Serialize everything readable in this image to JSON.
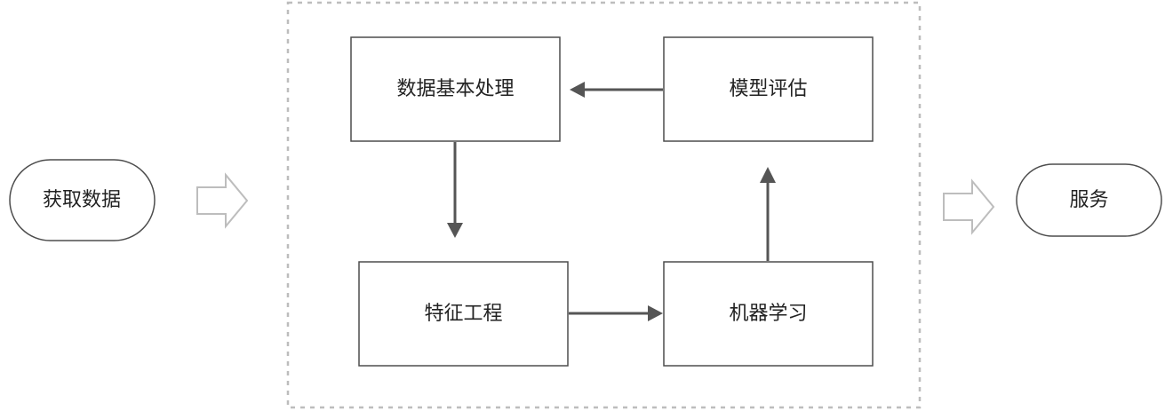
{
  "diagram": {
    "input": {
      "label": "获取数据"
    },
    "output": {
      "label": "服务"
    },
    "steps": [
      {
        "label": "数据基本处理"
      },
      {
        "label": "特征工程"
      },
      {
        "label": "机器学习"
      },
      {
        "label": "模型评估"
      }
    ]
  },
  "colors": {
    "stroke": "#4d4d4d",
    "arrow": "#555555",
    "dashed_border": "#bdbdbd",
    "text": "#222222"
  },
  "icons": {
    "flow_connector": "hollow-right-arrow-icon"
  }
}
